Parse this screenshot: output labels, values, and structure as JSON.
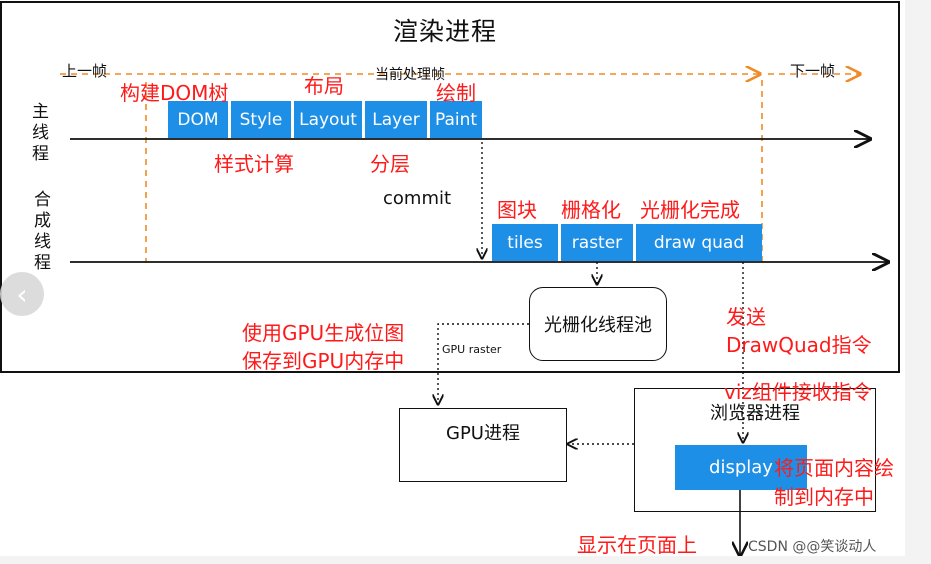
{
  "title": "渲染进程",
  "frames": {
    "prev": "上一帧",
    "current": "当前处理帧",
    "next": "下一帧"
  },
  "threads": {
    "main": "主线程",
    "compositor": "合成线程"
  },
  "main_steps": [
    "DOM",
    "Style",
    "Layout",
    "Layer",
    "Paint"
  ],
  "compositor_steps": [
    "tiles",
    "raster",
    "draw quad"
  ],
  "commit_label": "commit",
  "raster_pool": "光栅化线程池",
  "gpu_raster_label": "GPU raster",
  "gpu_process": "GPU进程",
  "browser_process": "浏览器进程",
  "display_label": "display",
  "annotations": {
    "build_dom": "构建DOM树",
    "layout": "布局",
    "paint": "绘制",
    "style": "样式计算",
    "layer": "分层",
    "tiles": "图块",
    "raster": "栅格化",
    "raster_done": "光栅化完成",
    "gpu_bitmap_1": "使用GPU生成位图",
    "gpu_bitmap_2": "保存到GPU内存中",
    "send_1": "发送",
    "send_2": "DrawQuad指令",
    "viz": "viz组件接收指令",
    "draw_mem_1": "将页面内容绘",
    "draw_mem_2": "制到内存中",
    "show": "显示在页面上"
  },
  "watermark": "CSDN @@笑谈动人",
  "colors": {
    "accent_blue": "#1e8fe6",
    "annotation_red": "#ff1a1a",
    "dash_orange": "#f08a24"
  }
}
